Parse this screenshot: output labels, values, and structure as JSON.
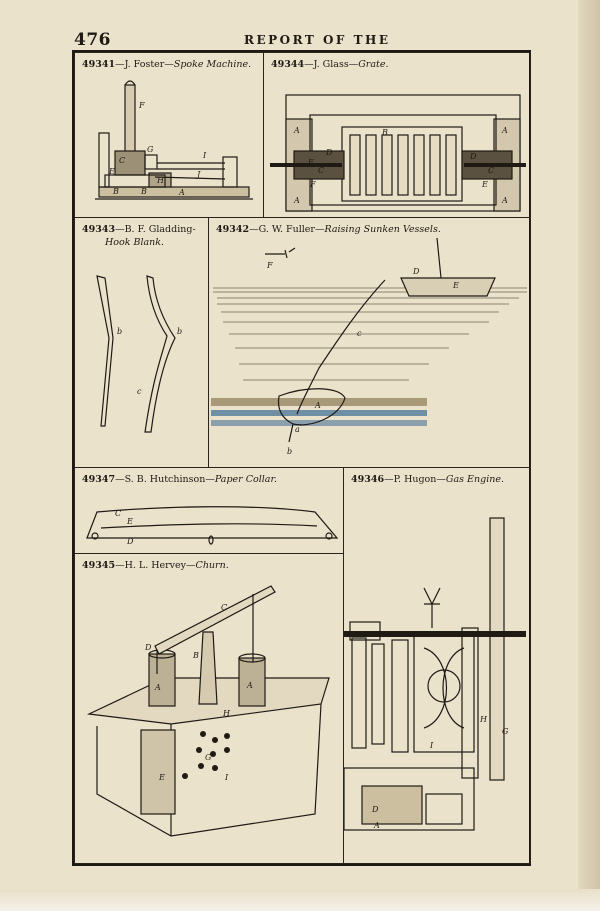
{
  "page": {
    "number": "476",
    "running_head": "REPORT OF THE"
  },
  "patents": [
    {
      "number": "49341",
      "inventor": "J. Foster",
      "title": "Spoke Machine.",
      "labels": [
        "F",
        "C",
        "G",
        "I",
        "H",
        "E",
        "B",
        "B",
        "J",
        "A"
      ]
    },
    {
      "number": "49344",
      "inventor": "J. Glass",
      "title": "Grate.",
      "labels": [
        "A",
        "B",
        "A",
        "D",
        "C",
        "F",
        "F",
        "D",
        "C",
        "E",
        "A",
        "A"
      ]
    },
    {
      "number": "49343",
      "inventor": "B. F. Gladding",
      "title_line1": "",
      "title_line2": "Hook Blank.",
      "labels": [
        "b",
        "b",
        "c"
      ]
    },
    {
      "number": "49342",
      "inventor": "G. W. Fuller",
      "title": "Raising Sunken Vessels.",
      "labels": [
        "F",
        "D",
        "E",
        "c",
        "A",
        "a",
        "b"
      ]
    },
    {
      "number": "49347",
      "inventor": "S. B. Hutchinson",
      "title": "Paper Collar.",
      "labels": [
        "C",
        "E",
        "D"
      ]
    },
    {
      "number": "49346",
      "inventor": "P. Hugon",
      "title": "Gas Engine.",
      "labels": [
        "H",
        "G",
        "I",
        "D",
        "A"
      ]
    },
    {
      "number": "49345",
      "inventor": "H. L. Hervey",
      "title": "Churn.",
      "labels": [
        "C",
        "D",
        "B",
        "A",
        "A",
        "H",
        "G",
        "E",
        "I"
      ]
    }
  ]
}
